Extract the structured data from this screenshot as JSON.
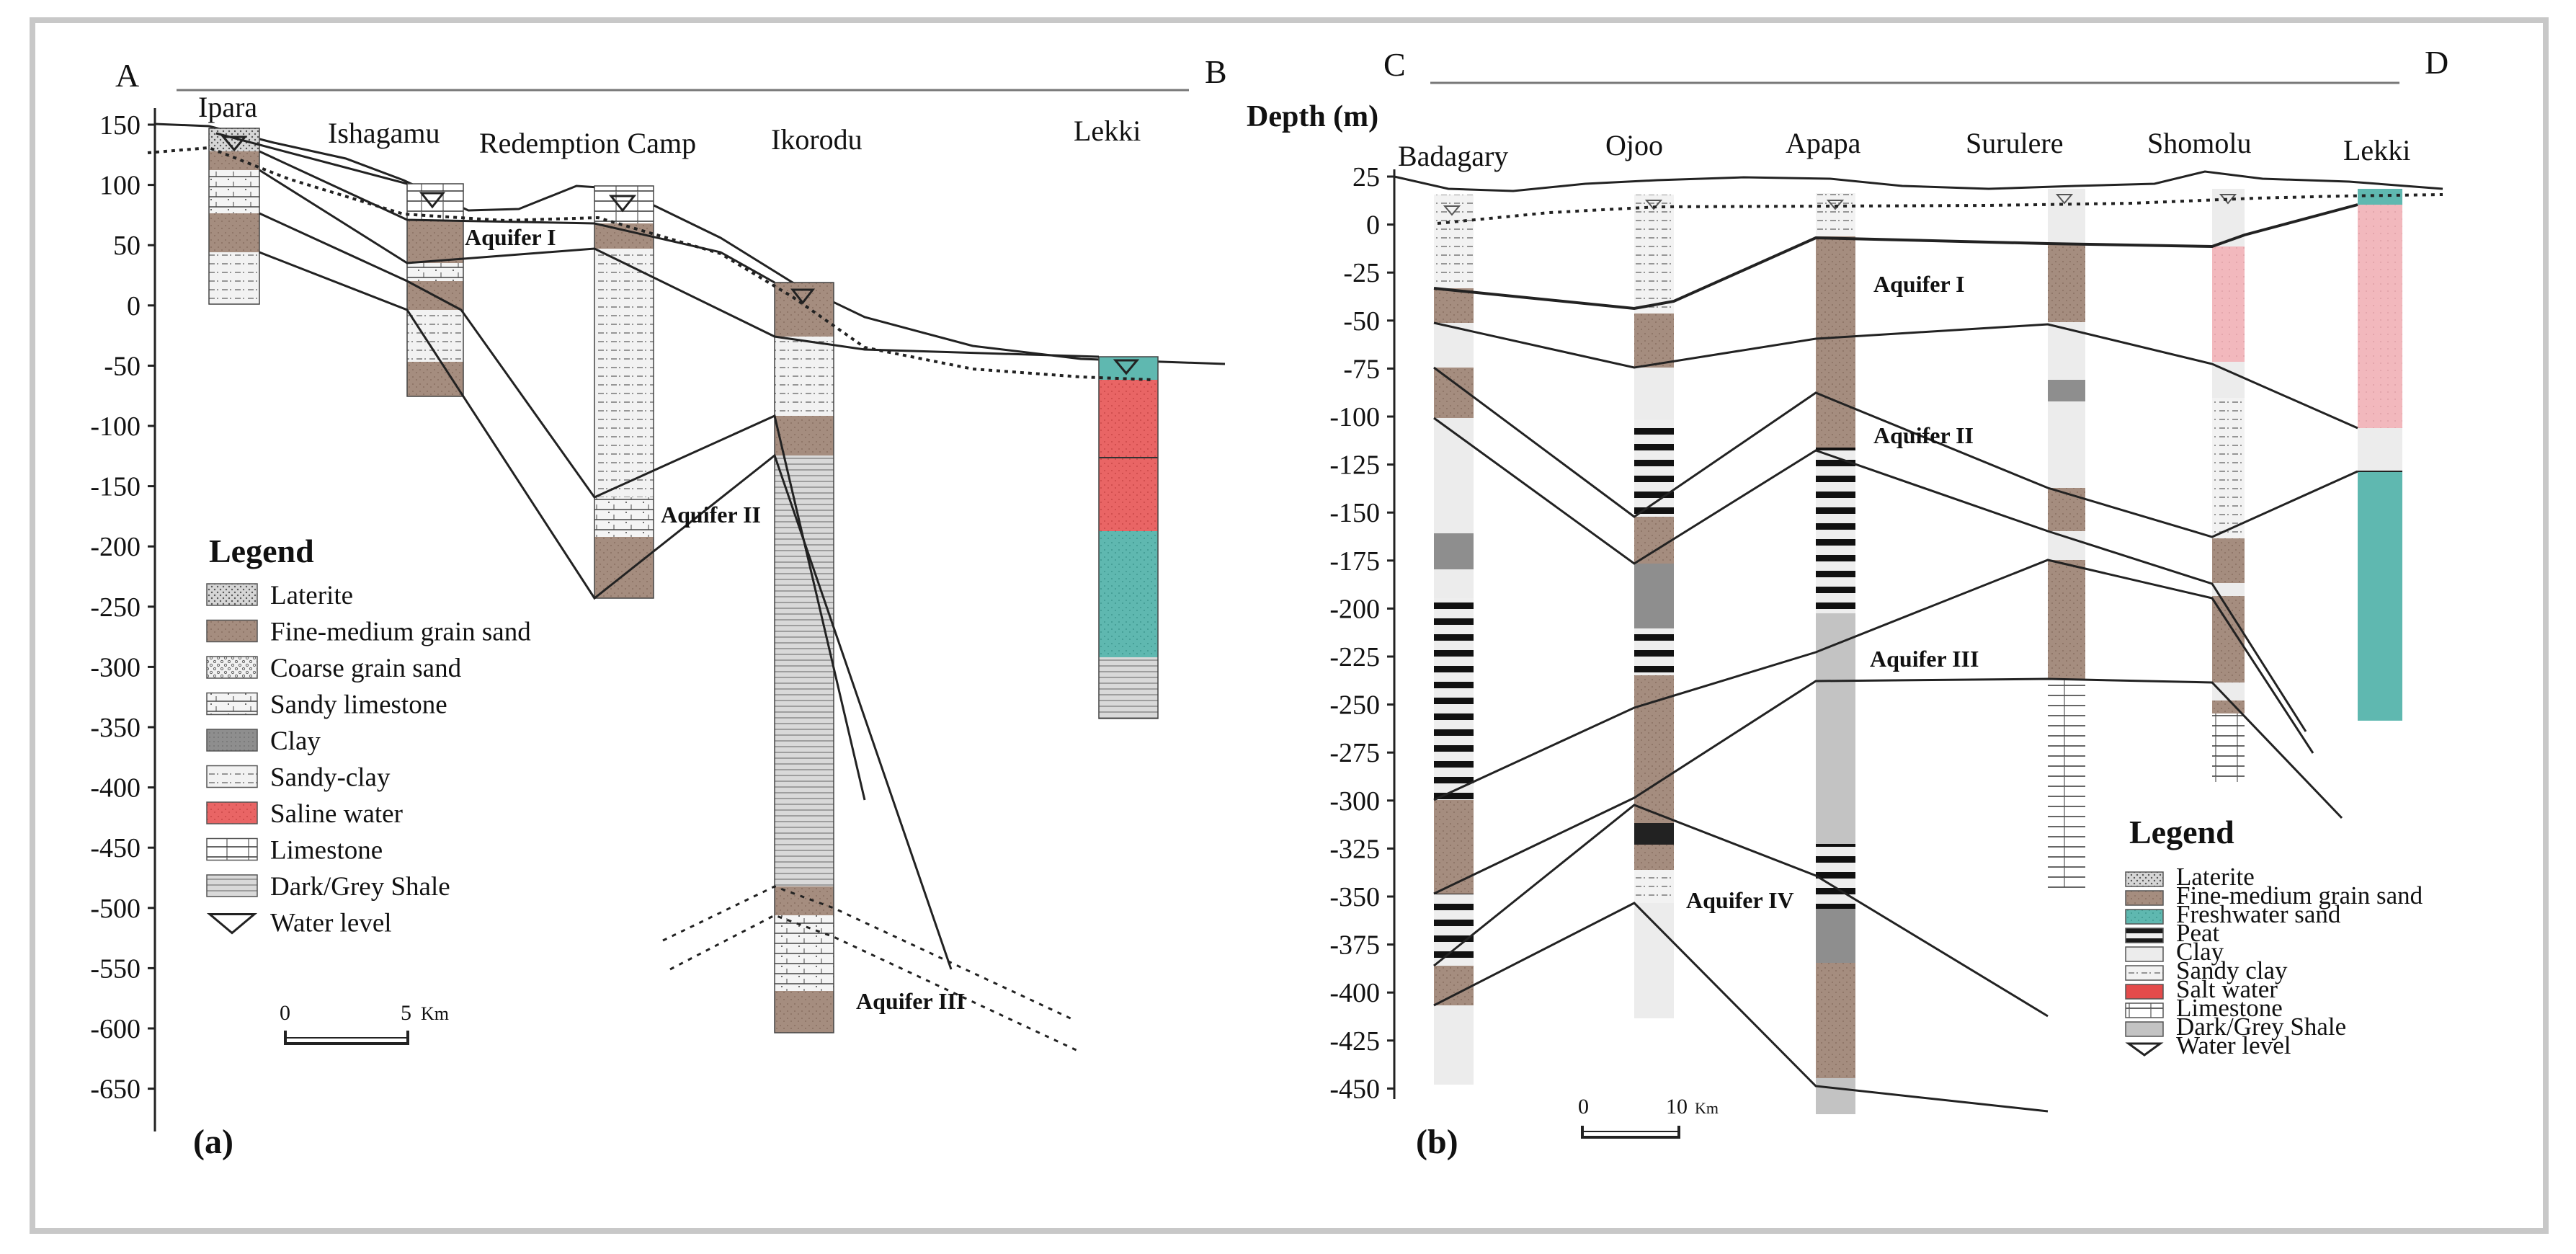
{
  "figure": {
    "panel_a": {
      "section_start": "A",
      "section_end": "B",
      "panel_label": "(a)",
      "wells": [
        "Ipara",
        "Ishagamu",
        "Redemption Camp",
        "Ikorodu",
        "Lekki"
      ],
      "y_ticks": [
        "150",
        "100",
        "50",
        "0",
        "-50",
        "-100",
        "-150",
        "-200",
        "-250",
        "-300",
        "-350",
        "-400",
        "-450",
        "-500",
        "-550",
        "-600",
        "-650"
      ],
      "aquifers": [
        "Aquifer I",
        "Aquifer II",
        "Aquifer III"
      ],
      "legend_title": "Legend",
      "legend": [
        {
          "label": "Laterite",
          "pattern": "laterite"
        },
        {
          "label": "Fine-medium grain sand",
          "pattern": "sand"
        },
        {
          "label": "Coarse grain sand",
          "pattern": "coarse"
        },
        {
          "label": "Sandy limestone",
          "pattern": "sandylime"
        },
        {
          "label": "Clay",
          "pattern": "clay"
        },
        {
          "label": "Sandy-clay",
          "pattern": "sandyclay"
        },
        {
          "label": "Saline water",
          "pattern": "saline"
        },
        {
          "label": "Limestone",
          "pattern": "limestone"
        },
        {
          "label": "Dark/Grey Shale",
          "pattern": "shale"
        },
        {
          "label": "Water level",
          "pattern": "water"
        }
      ],
      "scale_start": "0",
      "scale_end": "5",
      "scale_unit": "Km"
    },
    "panel_b": {
      "section_start": "C",
      "section_end": "D",
      "panel_label": "(b)",
      "axis_title": "Depth (m)",
      "wells": [
        "Badagary",
        "Ojoo",
        "Apapa",
        "Surulere",
        "Shomolu",
        "Lekki"
      ],
      "y_ticks": [
        "25",
        "0",
        "-25",
        "-50",
        "-75",
        "-100",
        "-125",
        "-150",
        "-175",
        "-200",
        "-225",
        "-250",
        "-275",
        "-300",
        "-325",
        "-350",
        "-375",
        "-400",
        "-425",
        "-450"
      ],
      "aquifers": [
        "Aquifer I",
        "Aquifer II",
        "Aquifer III",
        "Aquifer IV"
      ],
      "legend_title": "Legend",
      "legend": [
        {
          "label": "Laterite",
          "pattern": "laterite"
        },
        {
          "label": "Fine-medium grain sand",
          "pattern": "sand"
        },
        {
          "label": "Freshwater sand",
          "pattern": "fresh"
        },
        {
          "label": "Peat",
          "pattern": "peat"
        },
        {
          "label": "Clay",
          "pattern": "lightclay"
        },
        {
          "label": "Sandy clay",
          "pattern": "sandyclay"
        },
        {
          "label": "Salt water",
          "pattern": "salt"
        },
        {
          "label": "Limestone",
          "pattern": "limestone"
        },
        {
          "label": "Dark/Grey Shale",
          "pattern": "greyshale"
        },
        {
          "label": "Water level",
          "pattern": "water"
        }
      ],
      "scale_start": "0",
      "scale_end": "10",
      "scale_unit": "Km"
    },
    "colors": {
      "sand": "#a58d7f",
      "saline": "#e96565",
      "fresh": "#5fb8b0",
      "pink": "#f2b8bd",
      "shale": "#bdbdbd",
      "clay": "#8e8e8e",
      "frame": "#c8c8c8"
    }
  }
}
